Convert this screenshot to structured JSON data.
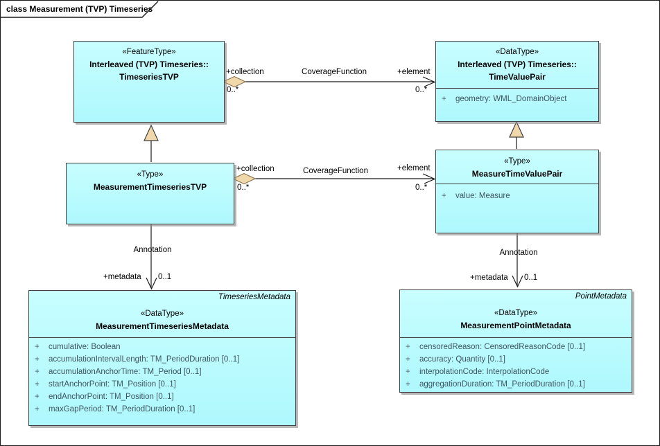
{
  "frame": {
    "title": "class Measurement (TVP) Timeseries"
  },
  "colors": {
    "box_fill_top": "#c8feff",
    "box_fill_bottom": "#aef8fd",
    "box_border": "#3f3f3f",
    "shadow": "#919191",
    "marker_fill": "#f0d8aa",
    "marker_border": "#8a7550",
    "attr_text": "#3e5560",
    "line": "#1a1a1a"
  },
  "classes": {
    "timeseriesTVP": {
      "stereotype": "«FeatureType»",
      "qualifier": "Interleaved (TVP) Timeseries::",
      "name": "TimeseriesTVP"
    },
    "timeValuePair": {
      "stereotype": "«DataType»",
      "qualifier": "Interleaved (TVP) Timeseries::",
      "name": "TimeValuePair",
      "attributes": [
        {
          "vis": "+",
          "text": "geometry: WML_DomainObject"
        }
      ]
    },
    "measurementTimeseriesTVP": {
      "stereotype": "«Type»",
      "name": "MeasurementTimeseriesTVP"
    },
    "measureTimeValuePair": {
      "stereotype": "«Type»",
      "name": "MeasureTimeValuePair",
      "attributes": [
        {
          "vis": "+",
          "text": "value: Measure"
        }
      ]
    },
    "measurementTimeseriesMetadata": {
      "tag": "TimeseriesMetadata",
      "stereotype": "«DataType»",
      "name": "MeasurementTimeseriesMetadata",
      "attributes": [
        {
          "vis": "+",
          "text": "cumulative: Boolean"
        },
        {
          "vis": "+",
          "text": "accumulationIntervalLength: TM_PeriodDuration [0..1]"
        },
        {
          "vis": "+",
          "text": "accumulationAnchorTime: TM_Period [0..1]"
        },
        {
          "vis": "+",
          "text": "startAnchorPoint: TM_Position [0..1]"
        },
        {
          "vis": "+",
          "text": "endAnchorPoint: TM_Position [0..1]"
        },
        {
          "vis": "+",
          "text": "maxGapPeriod: TM_PeriodDuration [0..1]"
        }
      ]
    },
    "measurementPointMetadata": {
      "tag": "PointMetadata",
      "stereotype": "«DataType»",
      "name": "MeasurementPointMetadata",
      "attributes": [
        {
          "vis": "+",
          "text": "censoredReason: CensoredReasonCode [0..1]"
        },
        {
          "vis": "+",
          "text": "accuracy: Quantity [0..1]"
        },
        {
          "vis": "+",
          "text": "interpolationCode: InterpolationCode"
        },
        {
          "vis": "+",
          "text": "aggregationDuration: TM_PeriodDuration [0..1]"
        }
      ]
    }
  },
  "connectors": {
    "coverage_top": {
      "name": "CoverageFunction",
      "source_role": "+collection",
      "source_mult": "0..*",
      "target_role": "+element",
      "target_mult": "0..*"
    },
    "coverage_bottom": {
      "name": "CoverageFunction",
      "source_role": "+collection",
      "source_mult": "0..*",
      "target_role": "+element",
      "target_mult": "0..*"
    },
    "annotation_left": {
      "name": "Annotation",
      "target_role": "+metadata",
      "target_mult": "0..1"
    },
    "annotation_right": {
      "name": "Annotation",
      "target_role": "+metadata",
      "target_mult": "0..1"
    }
  }
}
